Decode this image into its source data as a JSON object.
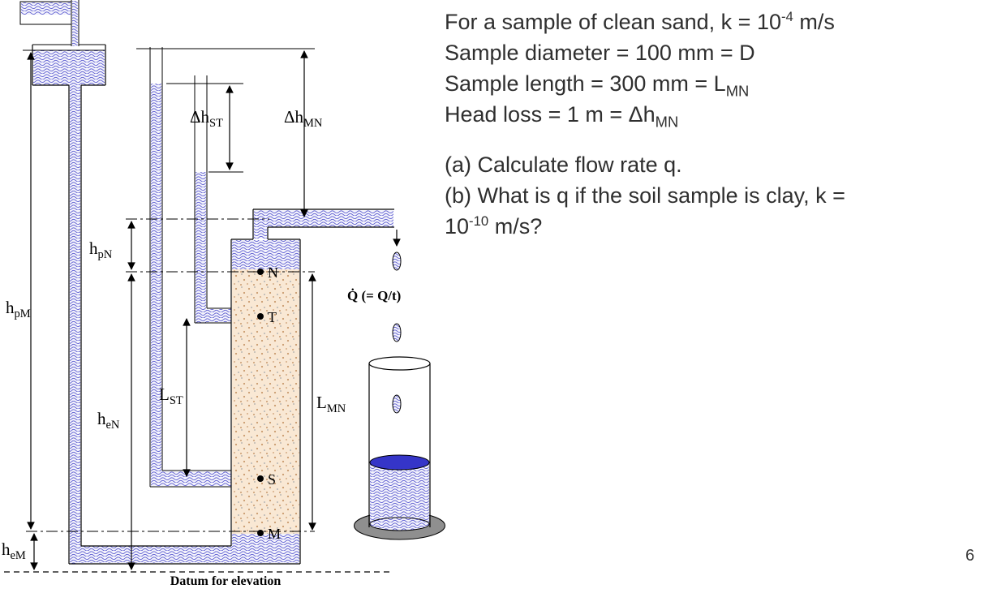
{
  "slide": {
    "page_number": "6"
  },
  "problem": {
    "given": [
      [
        {
          "t": "For a sample of clean sand, k = 10"
        },
        {
          "t": "-4",
          "s": "sup"
        },
        {
          "t": " m/s"
        }
      ],
      [
        {
          "t": "Sample diameter = 100 mm = D"
        }
      ],
      [
        {
          "t": "Sample length = 300 mm = L"
        },
        {
          "t": "MN",
          "s": "sub"
        }
      ],
      [
        {
          "t": "Head loss = 1 m = Δh"
        },
        {
          "t": "MN",
          "s": "sub"
        }
      ]
    ],
    "questions": [
      [
        {
          "t": "(a) Calculate flow rate q."
        }
      ],
      [
        {
          "t": "(b) What is q if the soil sample is clay, k ="
        }
      ],
      [
        {
          "t": "10"
        },
        {
          "t": "-10",
          "s": "sup"
        },
        {
          "t": " m/s?"
        }
      ]
    ]
  },
  "diagram": {
    "dimension_labels": {
      "dh_st": {
        "main": "Δh",
        "sub": "ST"
      },
      "dh_mn": {
        "main": "Δh",
        "sub": "MN"
      },
      "h_pn": {
        "main": "h",
        "sub": "pN"
      },
      "h_pm": {
        "main": "h",
        "sub": "pM"
      },
      "h_en": {
        "main": "h",
        "sub": "eN"
      },
      "h_em": {
        "main": "h",
        "sub": "eM"
      },
      "l_st": {
        "main": "L",
        "sub": "ST"
      },
      "l_mn": {
        "main": "L",
        "sub": "MN"
      }
    },
    "points": {
      "n": "N",
      "t": "T",
      "s": "S",
      "m": "M"
    },
    "flow_rate_label": "Q̇ (= Q/t)",
    "datum_label": "Datum for elevation",
    "colors": {
      "water_wave": "#5b5bd0",
      "water_bg": "#f3f3fc",
      "soil_bg": "#f9e8d4",
      "soil_dot": "#c99a6e",
      "cylinder_water_surface": "#3535c8",
      "cylinder_base": "#8f8f8f",
      "line": "#000000"
    }
  }
}
